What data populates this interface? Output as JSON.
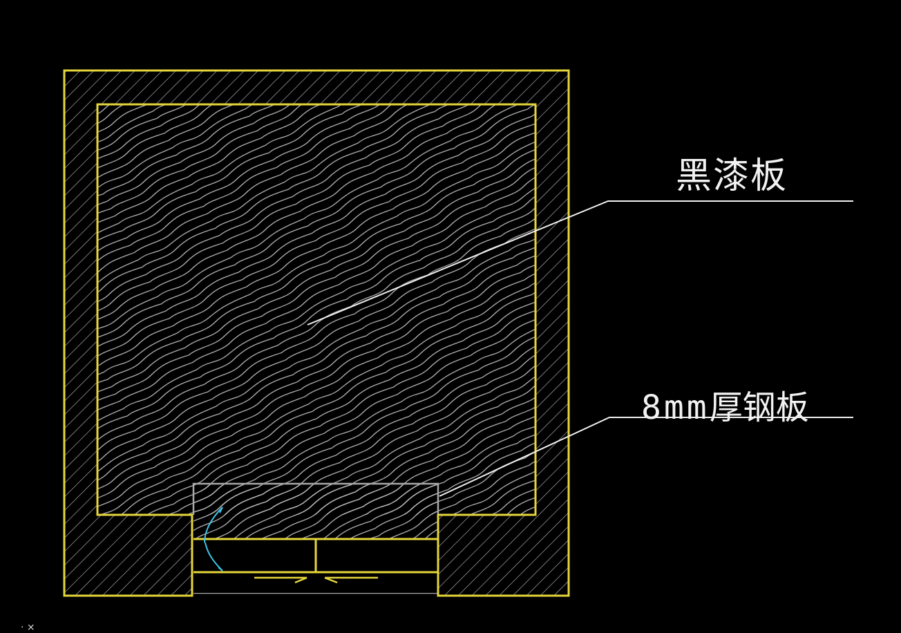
{
  "drawing": {
    "background": "#000000",
    "colors": {
      "wall_outline": "#e6d63a",
      "hatch": "#b9b9b9",
      "door_outline": "#a8a8a8",
      "leader": "#f2f2f2",
      "swing_arc": "#3fc6e8"
    }
  },
  "annotations": [
    {
      "id": "black-lacquer-panel",
      "text": "黑漆板"
    },
    {
      "id": "steel-plate",
      "prefix": "8mm",
      "text": "厚钢板"
    }
  ],
  "corner_glyphs": "· ⨯"
}
